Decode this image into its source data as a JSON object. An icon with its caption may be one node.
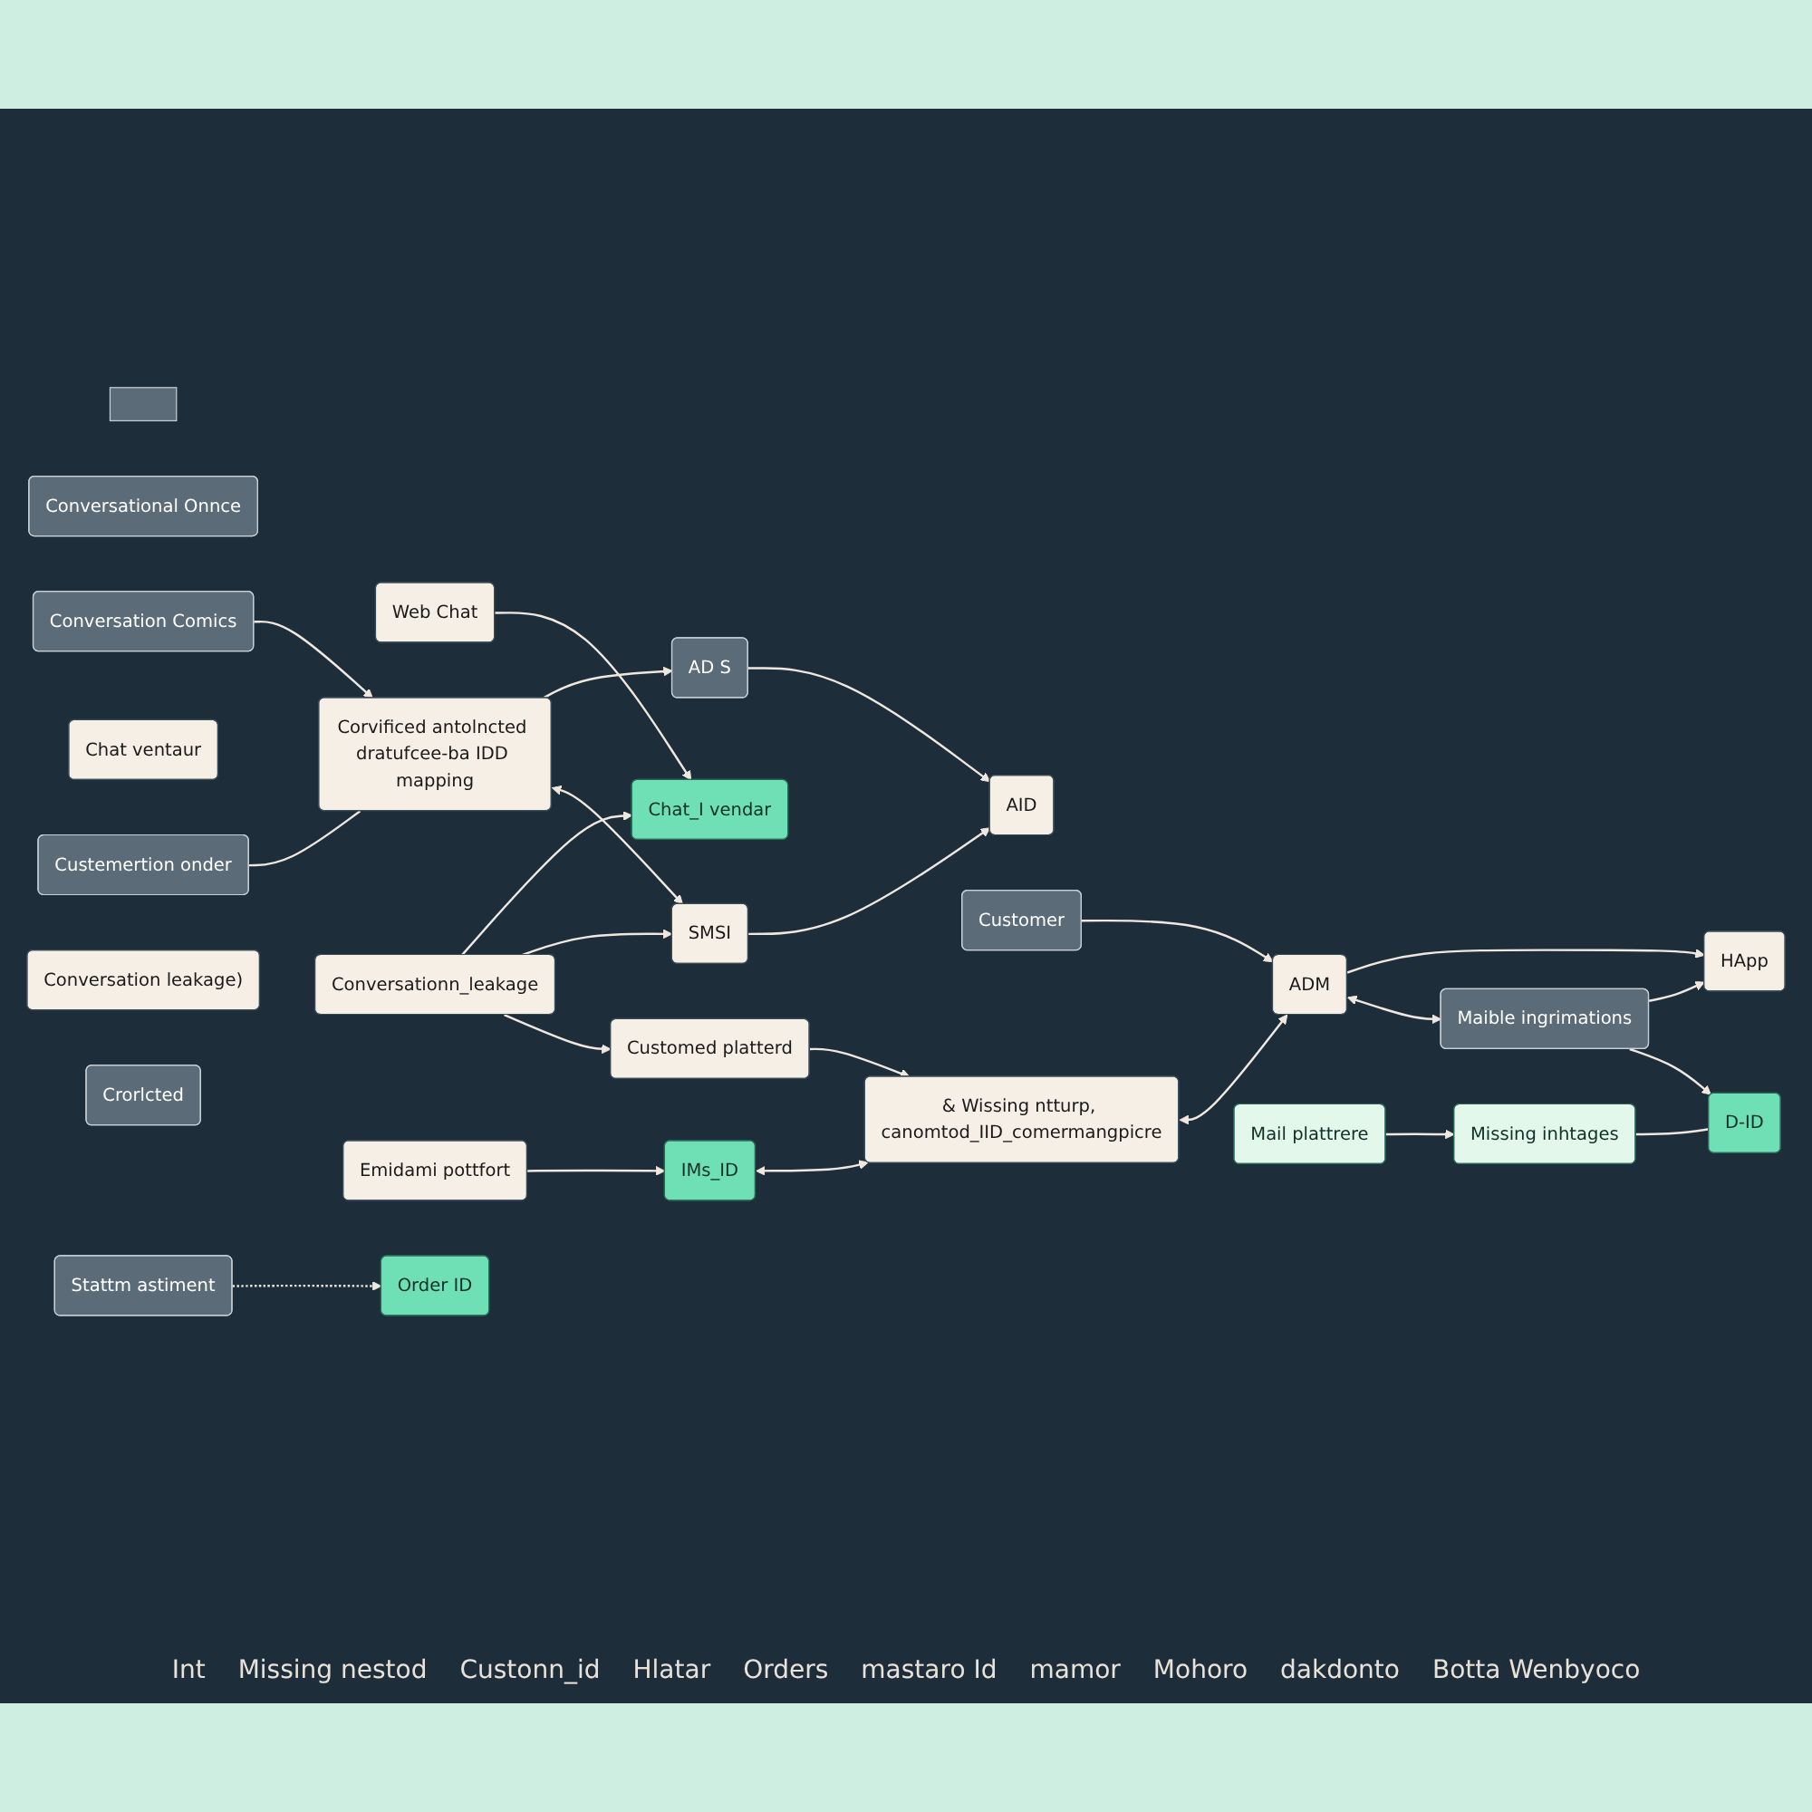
{
  "diagram": {
    "nodes": [
      {
        "text": [],
        "shape": "box"
      },
      {
        "text": [
          "Conversational Onnce"
        ]
      },
      {
        "text": [
          "Custemertion onder"
        ]
      },
      {
        "text": [
          "Chat ventaur"
        ]
      },
      {
        "text": [
          "Web Chat"
        ]
      },
      {
        "text": [
          "Conversation Comics"
        ]
      },
      {
        "text": [
          "Corvificed antolncted dratufcee-ba IDD mapping"
        ]
      },
      {
        "text": [
          "AD S"
        ]
      },
      {
        "text": [
          "Conversation leakage)"
        ]
      },
      {
        "text": [
          "Crorlcted"
        ]
      },
      {
        "text": [
          "Chat_I vendar"
        ]
      },
      {
        "text": [
          "Conversationn_leakage"
        ]
      },
      {
        "text": [
          "SMSI"
        ]
      },
      {
        "text": [
          "AID"
        ]
      },
      {
        "text": [
          "Emidami pottfort"
        ]
      },
      {
        "text": [
          "Customed platterd"
        ]
      },
      {
        "text": [
          "Customer"
        ]
      },
      {
        "text": [
          "IMs_ID"
        ]
      },
      {
        "text": [
          "& Wissing ntturp, canomtod_IID_comermangpicre"
        ]
      },
      {
        "text": [
          "ADM"
        ]
      },
      {
        "text": [
          "HApp"
        ]
      },
      {
        "text": [
          "Stattm astiment"
        ]
      },
      {
        "text": [
          "Mail plattrere"
        ]
      },
      {
        "text": [
          "Missing inhtages"
        ]
      },
      {
        "text": [
          "Order ID"
        ]
      },
      {
        "text": [
          "D-ID"
        ]
      },
      {
        "text": [
          "Maible ingrimations"
        ]
      }
    ],
    "edges": [
      {
        "from": 4,
        "to": 10,
        "arrow": "to"
      },
      {
        "from": 11,
        "to": 10,
        "arrow": "to"
      },
      {
        "from": 5,
        "to": 6,
        "arrow": "to"
      },
      {
        "from": 2,
        "to": 6,
        "arrow": "none"
      },
      {
        "from": 6,
        "to": 7,
        "arrow": "to"
      },
      {
        "from": 6,
        "to": 12,
        "arrow": "both"
      },
      {
        "from": 7,
        "to": 13,
        "arrow": "to"
      },
      {
        "from": 11,
        "to": 12,
        "arrow": "to"
      },
      {
        "from": 12,
        "to": 13,
        "arrow": "to"
      },
      {
        "from": 11,
        "to": 15,
        "arrow": "to"
      },
      {
        "from": 14,
        "to": 17,
        "arrow": "to"
      },
      {
        "from": 17,
        "to": 18,
        "arrow": "both"
      },
      {
        "from": 15,
        "to": 18,
        "arrow": "to"
      },
      {
        "from": 18,
        "to": 19,
        "arrow": "both"
      },
      {
        "from": 16,
        "to": 19,
        "arrow": "to"
      },
      {
        "from": 19,
        "to": 20,
        "arrow": "to"
      },
      {
        "from": 19,
        "to": 26,
        "arrow": "both"
      },
      {
        "from": 26,
        "to": 20,
        "arrow": "to"
      },
      {
        "from": 26,
        "to": 25,
        "arrow": "to"
      },
      {
        "from": 22,
        "to": 23,
        "arrow": "to"
      },
      {
        "from": 23,
        "to": 25,
        "arrow": "none"
      },
      {
        "from": 21,
        "to": 24,
        "arrow": "to",
        "style": "dashed"
      }
    ],
    "labels": [
      "Int",
      "Missing nestod",
      "Custonn_id",
      "Hlatar",
      "Orders",
      "mastaro Id",
      "mamor",
      "Mohoro",
      "dakdonto",
      "Botta Wenbyoco"
    ]
  }
}
